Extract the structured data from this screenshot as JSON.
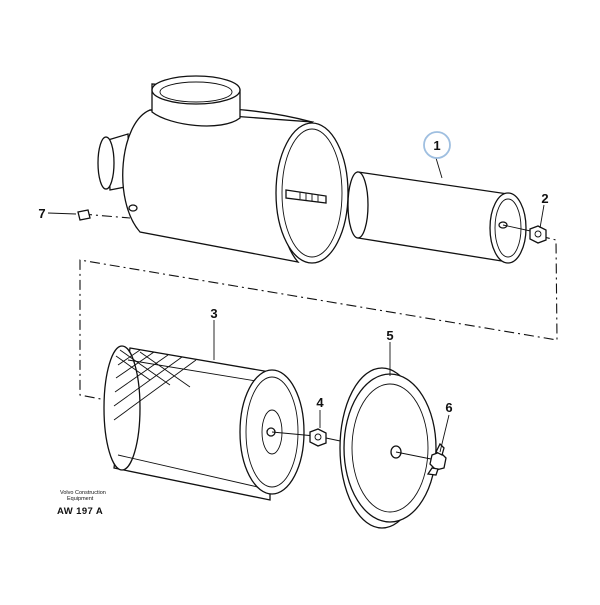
{
  "callouts": [
    {
      "id": "callout-1",
      "label": "1"
    },
    {
      "id": "callout-2",
      "label": "2"
    },
    {
      "id": "callout-3",
      "label": "3"
    },
    {
      "id": "callout-4",
      "label": "4"
    },
    {
      "id": "callout-5",
      "label": "5"
    },
    {
      "id": "callout-6",
      "label": "6"
    },
    {
      "id": "callout-7",
      "label": "7"
    }
  ],
  "highlight_color": "#9fbfe0",
  "footer": {
    "company_line1": "Volvo Construction",
    "company_line2": "Equipment",
    "drawing_code": "AW 197 A"
  }
}
